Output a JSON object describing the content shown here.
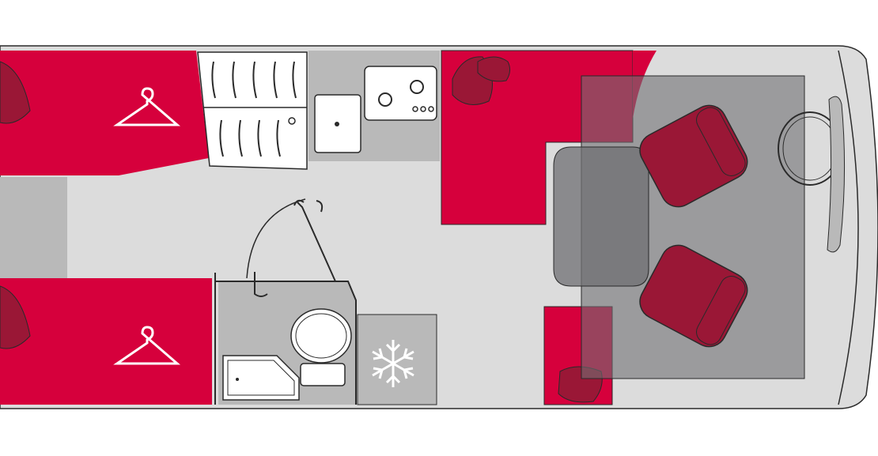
{
  "colors": {
    "background": "#ffffff",
    "floor": "#dcdcdc",
    "furniture_grey": "#b9b9b9",
    "red": "#d6003c",
    "dark_red": "#9a1736",
    "table_grey": "#6f6f73",
    "outline": "#2a2a2a",
    "white": "#ffffff"
  },
  "plan": {
    "rooms": [
      {
        "name": "bed-left-top",
        "type": "bed",
        "icon": "hanger-icon"
      },
      {
        "name": "bed-left-bottom",
        "type": "bed",
        "icon": "hanger-icon"
      },
      {
        "name": "wardrobe-gap",
        "type": "storage"
      },
      {
        "name": "fridge-cabinet",
        "type": "storage"
      },
      {
        "name": "kitchen",
        "type": "kitchen"
      },
      {
        "name": "fridge",
        "type": "fridge",
        "icon": "snowflake-icon"
      },
      {
        "name": "bathroom",
        "type": "bathroom"
      },
      {
        "name": "dinette-bench",
        "type": "seating"
      },
      {
        "name": "front-bench",
        "type": "seating"
      },
      {
        "name": "cab-seats",
        "type": "seating"
      },
      {
        "name": "cab",
        "type": "cab",
        "icon": "steering-wheel-icon"
      },
      {
        "name": "dining-table",
        "type": "table"
      }
    ]
  }
}
